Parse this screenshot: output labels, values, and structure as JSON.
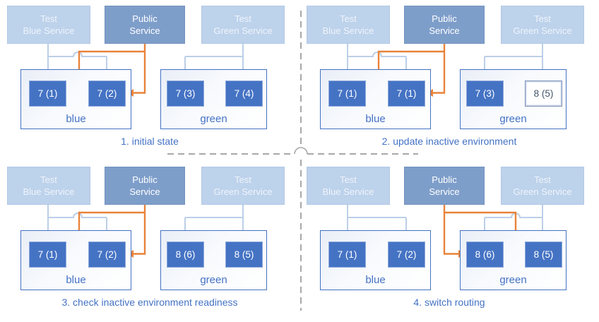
{
  "colors": {
    "accent_blue": "#4472C4",
    "light_service_fill": "#BDD2EB",
    "light_service_text": "#EFF4FB",
    "public_service_fill": "#7E9ECA",
    "service_text": "#FFFFFF",
    "pod_fill": "#4573C4",
    "pod_border": "#8FAADC",
    "pod_text": "#FFFFFF",
    "outlined_pod_text": "#44546A",
    "connector_line": "#BCCFE8",
    "connector_arrow": "#94B0D5",
    "orange": "#E8833A",
    "dash_gray": "#A8A8A8"
  },
  "panels": [
    {
      "caption": "1. initial state",
      "services": [
        {
          "lines": [
            "Test",
            "Blue Service"
          ]
        },
        {
          "lines": [
            "Public",
            "Service"
          ]
        },
        {
          "lines": [
            "Test",
            "Green Service"
          ]
        }
      ],
      "environments": [
        {
          "label": "blue",
          "pods": [
            {
              "label": "7 (1)"
            },
            {
              "label": "7 (2)"
            }
          ]
        },
        {
          "label": "green",
          "pods": [
            {
              "label": "7 (3)"
            },
            {
              "label": "7 (4)"
            }
          ]
        }
      ]
    },
    {
      "caption": "2. update inactive environment",
      "services": [
        {
          "lines": [
            "Test",
            "Blue Service"
          ]
        },
        {
          "lines": [
            "Public",
            "Service"
          ]
        },
        {
          "lines": [
            "Test",
            "Green Service"
          ]
        }
      ],
      "environments": [
        {
          "label": "blue",
          "pods": [
            {
              "label": "7 (1)"
            },
            {
              "label": "7 (1)"
            }
          ]
        },
        {
          "label": "green",
          "pods": [
            {
              "label": "7 (3)"
            },
            {
              "label": "8 (5)"
            }
          ]
        }
      ]
    },
    {
      "caption": "3. check inactive environment readiness",
      "services": [
        {
          "lines": [
            "Test",
            "Blue Service"
          ]
        },
        {
          "lines": [
            "Public",
            "Service"
          ]
        },
        {
          "lines": [
            "Test",
            "Green Service"
          ]
        }
      ],
      "environments": [
        {
          "label": "blue",
          "pods": [
            {
              "label": "7 (1)"
            },
            {
              "label": "7 (2)"
            }
          ]
        },
        {
          "label": "green",
          "pods": [
            {
              "label": "8 (6)"
            },
            {
              "label": "8 (5)"
            }
          ]
        }
      ]
    },
    {
      "caption": "4. switch routing",
      "services": [
        {
          "lines": [
            "Test",
            "Blue Service"
          ]
        },
        {
          "lines": [
            "Public",
            "Service"
          ]
        },
        {
          "lines": [
            "Test",
            "Green Service"
          ]
        }
      ],
      "environments": [
        {
          "label": "blue",
          "pods": [
            {
              "label": "7 (1)"
            },
            {
              "label": "7 (2)"
            }
          ]
        },
        {
          "label": "green",
          "pods": [
            {
              "label": "8 (6)"
            },
            {
              "label": "8 (5)"
            }
          ]
        }
      ]
    }
  ]
}
